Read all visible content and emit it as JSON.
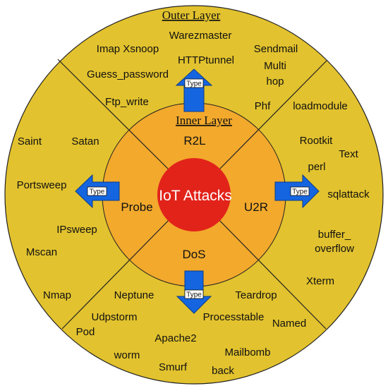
{
  "colors": {
    "outer_ring": "#E2C22E",
    "inner_ring": "#F2A92C",
    "core": "#E2231A",
    "arrow": "#1565E0",
    "arrow_label_box": "#FFFFFF",
    "line": "#222222"
  },
  "titles": {
    "outer": "Outer Layer",
    "inner": "Inner Layer",
    "center": "IoT Attacks"
  },
  "categories": {
    "r2l": "R2L",
    "u2r": "U2R",
    "probe": "Probe",
    "dos": "DoS"
  },
  "arrows": {
    "up": "Type",
    "left": "Type",
    "right": "Type",
    "down": "Type"
  },
  "r2l_attacks": {
    "warezmaster": "Warezmaster",
    "imap": "Imap Xsnoop",
    "httptunnel": "HTTPtunnel",
    "sendmail": "Sendmail",
    "multi": "Multi",
    "hop": "hop",
    "guess_password": "Guess_password",
    "ftp_write": "Ftp_write",
    "phf": "Phf"
  },
  "u2r_attacks": {
    "loadmodule": "loadmodule",
    "rootkit": "Rootkit",
    "text": "Text",
    "perl": "perl",
    "sqlattack": "sqlattack",
    "buffer1": "buffer_",
    "buffer2": "overflow",
    "xterm": "Xterm"
  },
  "probe_attacks": {
    "saint": "Saint",
    "satan": "Satan",
    "portsweep": "Portsweep",
    "ipsweep": "IPsweep",
    "mscan": "Mscan",
    "nmap": "Nmap"
  },
  "dos_attacks": {
    "neptune": "Neptune",
    "teardrop": "Teardrop",
    "udpstorm": "Udpstorm",
    "processtable": "Processtable",
    "named": "Named",
    "pod": "Pod",
    "apache2": "Apache2",
    "mailbomb": "Mailbomb",
    "worm": "worm",
    "smurf": "Smurf",
    "back": "back"
  }
}
